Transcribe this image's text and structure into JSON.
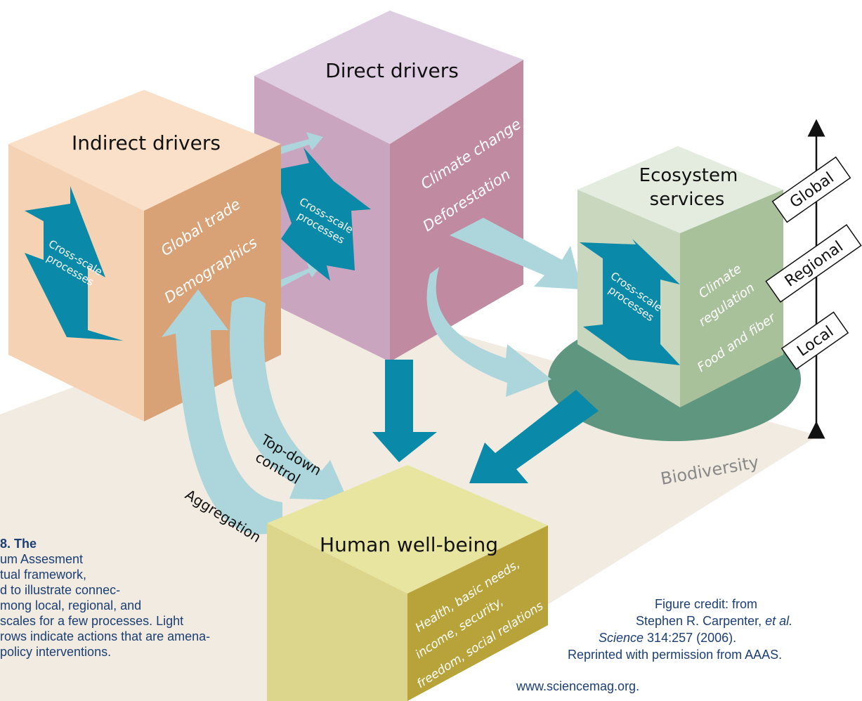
{
  "colors": {
    "floor": "#f1ebe1",
    "indirect": "#d9a176",
    "direct": "#c795ab",
    "ecosystem": "#a9c19b",
    "wellbeing": "#d8d27d",
    "biodiversity_disc": "#5e9680",
    "light_arrow": "#acd6db",
    "dark_arrow": "#0a8aa8"
  },
  "boxes": {
    "indirect": {
      "title": "Indirect drivers",
      "items": [
        "Global trade",
        "Demographics"
      ],
      "cross_scale": [
        "Cross-scale",
        "processes"
      ]
    },
    "direct": {
      "title": "Direct drivers",
      "items": [
        "Climate change",
        "Deforestation"
      ]
    },
    "between": {
      "cross_scale": [
        "Cross-scale",
        "processes"
      ]
    },
    "ecosystem": {
      "title_line1": "Ecosystem",
      "title_line2": "services",
      "items": [
        "Climate",
        "regulation",
        "Food and fiber"
      ],
      "cross_scale": [
        "Cross-scale",
        "processes"
      ]
    },
    "wellbeing": {
      "title": "Human well-being",
      "items": [
        "Health, basic needs,",
        "income, security,",
        "freedom, social relations"
      ]
    }
  },
  "labels": {
    "biodiversity": "Biodiversity",
    "top_down_1": "Top-down",
    "top_down_2": "control",
    "aggregation": "Aggregation"
  },
  "scale_axis": [
    "Global",
    "Regional",
    "Local"
  ],
  "caption": {
    "lines": [
      "8. The",
      "um Assesment",
      "tual framework,",
      "d to illustrate connec-",
      "mong local, regional, and",
      "scales for a few processes. Light",
      "rows indicate actions that are amena-",
      "policy interventions."
    ]
  },
  "credit": {
    "line1": "Figure credit: from",
    "line2_a": "Stephen R. Carpenter, ",
    "line2_b": "et al.",
    "line3_a": "Science",
    "line3_b": " 314:257 (2006).",
    "line4": "Reprinted with permission from AAAS.",
    "line5": "www.sciencemag.org."
  }
}
